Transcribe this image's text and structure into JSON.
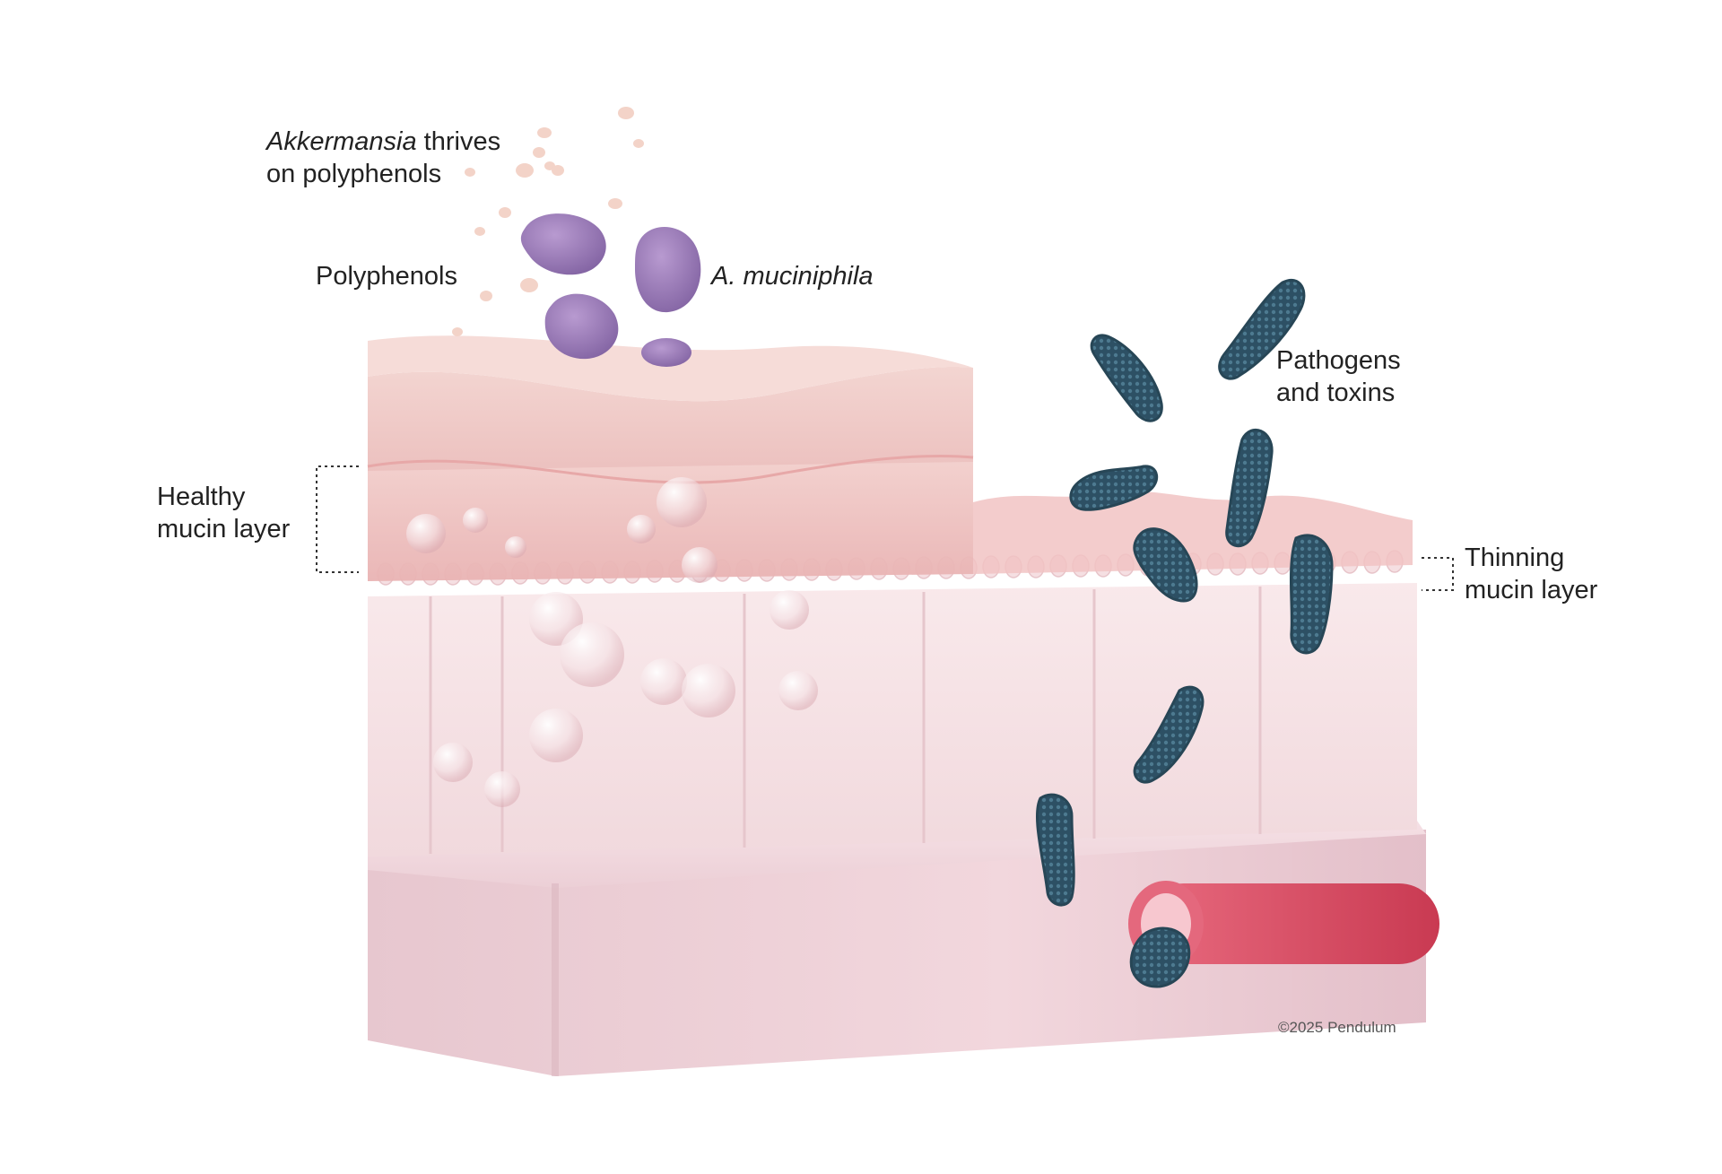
{
  "labels": {
    "akkermansia_italic": "Akkermansia",
    "akkermansia_rest": " thrives",
    "akkermansia_line2": "on polyphenols",
    "polyphenols": "Polyphenols",
    "a_muciniphila": "A. muciniphila",
    "pathogens_line1": "Pathogens",
    "pathogens_line2": "and toxins",
    "healthy_line1": "Healthy",
    "healthy_line2": "mucin layer",
    "thinning_line1": "Thinning",
    "thinning_line2": "mucin layer"
  },
  "copyright": "©2025 Pendulum",
  "colors": {
    "mucin_top": "#f0c6c4",
    "epithelium": "#f7e1e3",
    "base": "#e9c9d1",
    "bacteria_purple": "#9a7bb5",
    "pathogen": "#2f5266",
    "vessel": "#d8485f"
  }
}
